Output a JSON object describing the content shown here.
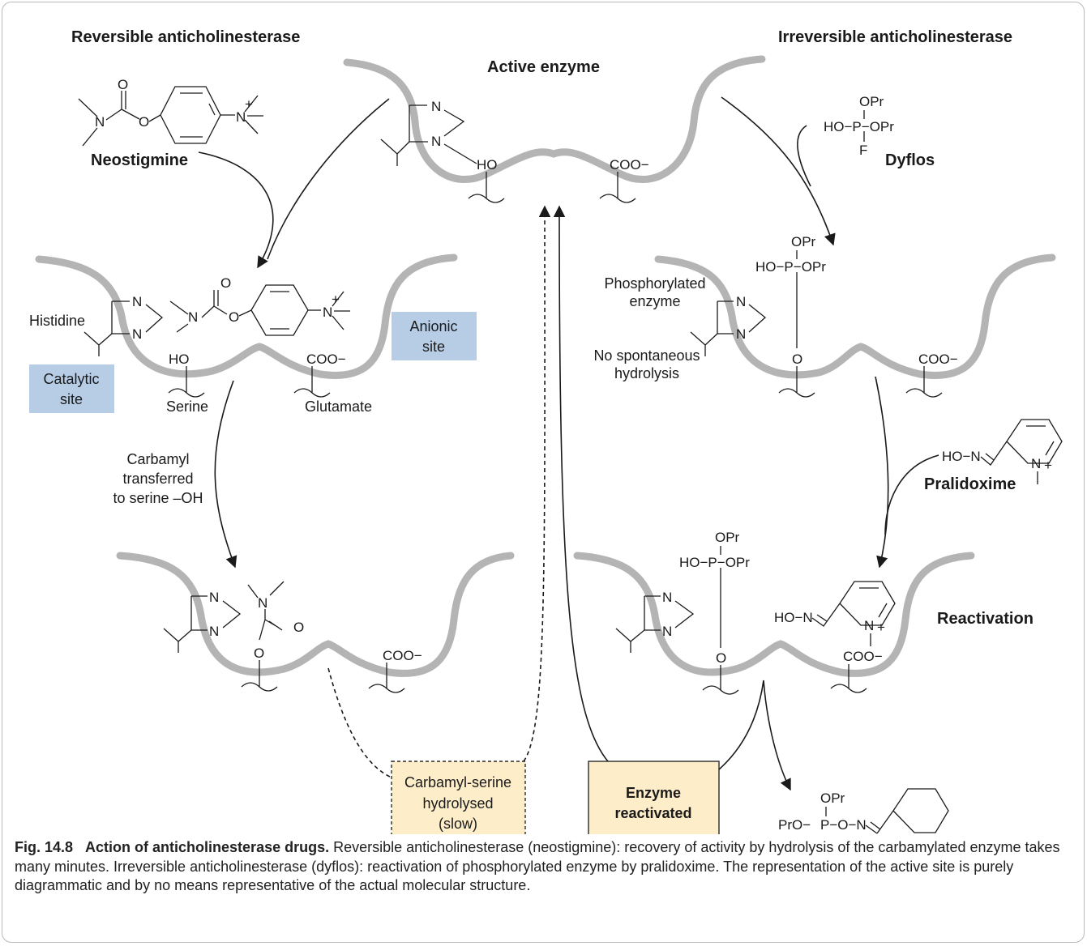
{
  "headers": {
    "reversible": "Reversible anticholinesterase",
    "irreversible": "Irreversible anticholinesterase",
    "active_enzyme": "Active enzyme",
    "reactivation": "Reactivation"
  },
  "drugs": {
    "neostigmine": "Neostigmine",
    "dyflos": "Dyflos",
    "pralidoxime": "Pralidoxime"
  },
  "labels": {
    "histidine": "Histidine",
    "serine": "Serine",
    "glutamate": "Glutamate",
    "catalytic_site": [
      "Catalytic",
      "site"
    ],
    "anionic_site": [
      "Anionic",
      "site"
    ],
    "carbamyl_transfer": [
      "Carbamyl",
      "transferred",
      "to serine –OH"
    ],
    "phosphorylated": [
      "Phosphorylated",
      "enzyme"
    ],
    "no_hydrolysis": [
      "No spontaneous",
      "hydrolysis"
    ],
    "carbamyl_hydrolysed": [
      "Carbamyl-serine",
      "hydrolysed",
      "(slow)"
    ],
    "enzyme_reactivated": [
      "Enzyme",
      "reactivated"
    ]
  },
  "chem": {
    "N": "N",
    "O": "O",
    "HO": "HO",
    "OPr": "OPr",
    "P": "P",
    "F": "F",
    "OH": "OH",
    "COO": "COO−",
    "N_plus": "N",
    "plus": "+",
    "HO_P": "HO−P−OPr",
    "HO_N": "HO−N",
    "PrO": "PrO−",
    "P_O_N": "P−O−N"
  },
  "colors": {
    "enzyme": "#b4b4b4",
    "site_box": "#b7cde6",
    "note_box": "#fdedc9",
    "note_border": "#2a2a2a"
  },
  "caption": {
    "fig": "Fig. 14.8",
    "title": "Action of anticholinesterase drugs.",
    "text": "Reversible anticholinesterase (neostigmine): recovery of activity by hydrolysis of the carbamylated enzyme takes many minutes. Irreversible anticholinesterase (dyflos): reactivation of phosphorylated enzyme by pralidoxime. The representation of the active site is purely diagrammatic and by no means representative of the actual molecular structure."
  }
}
